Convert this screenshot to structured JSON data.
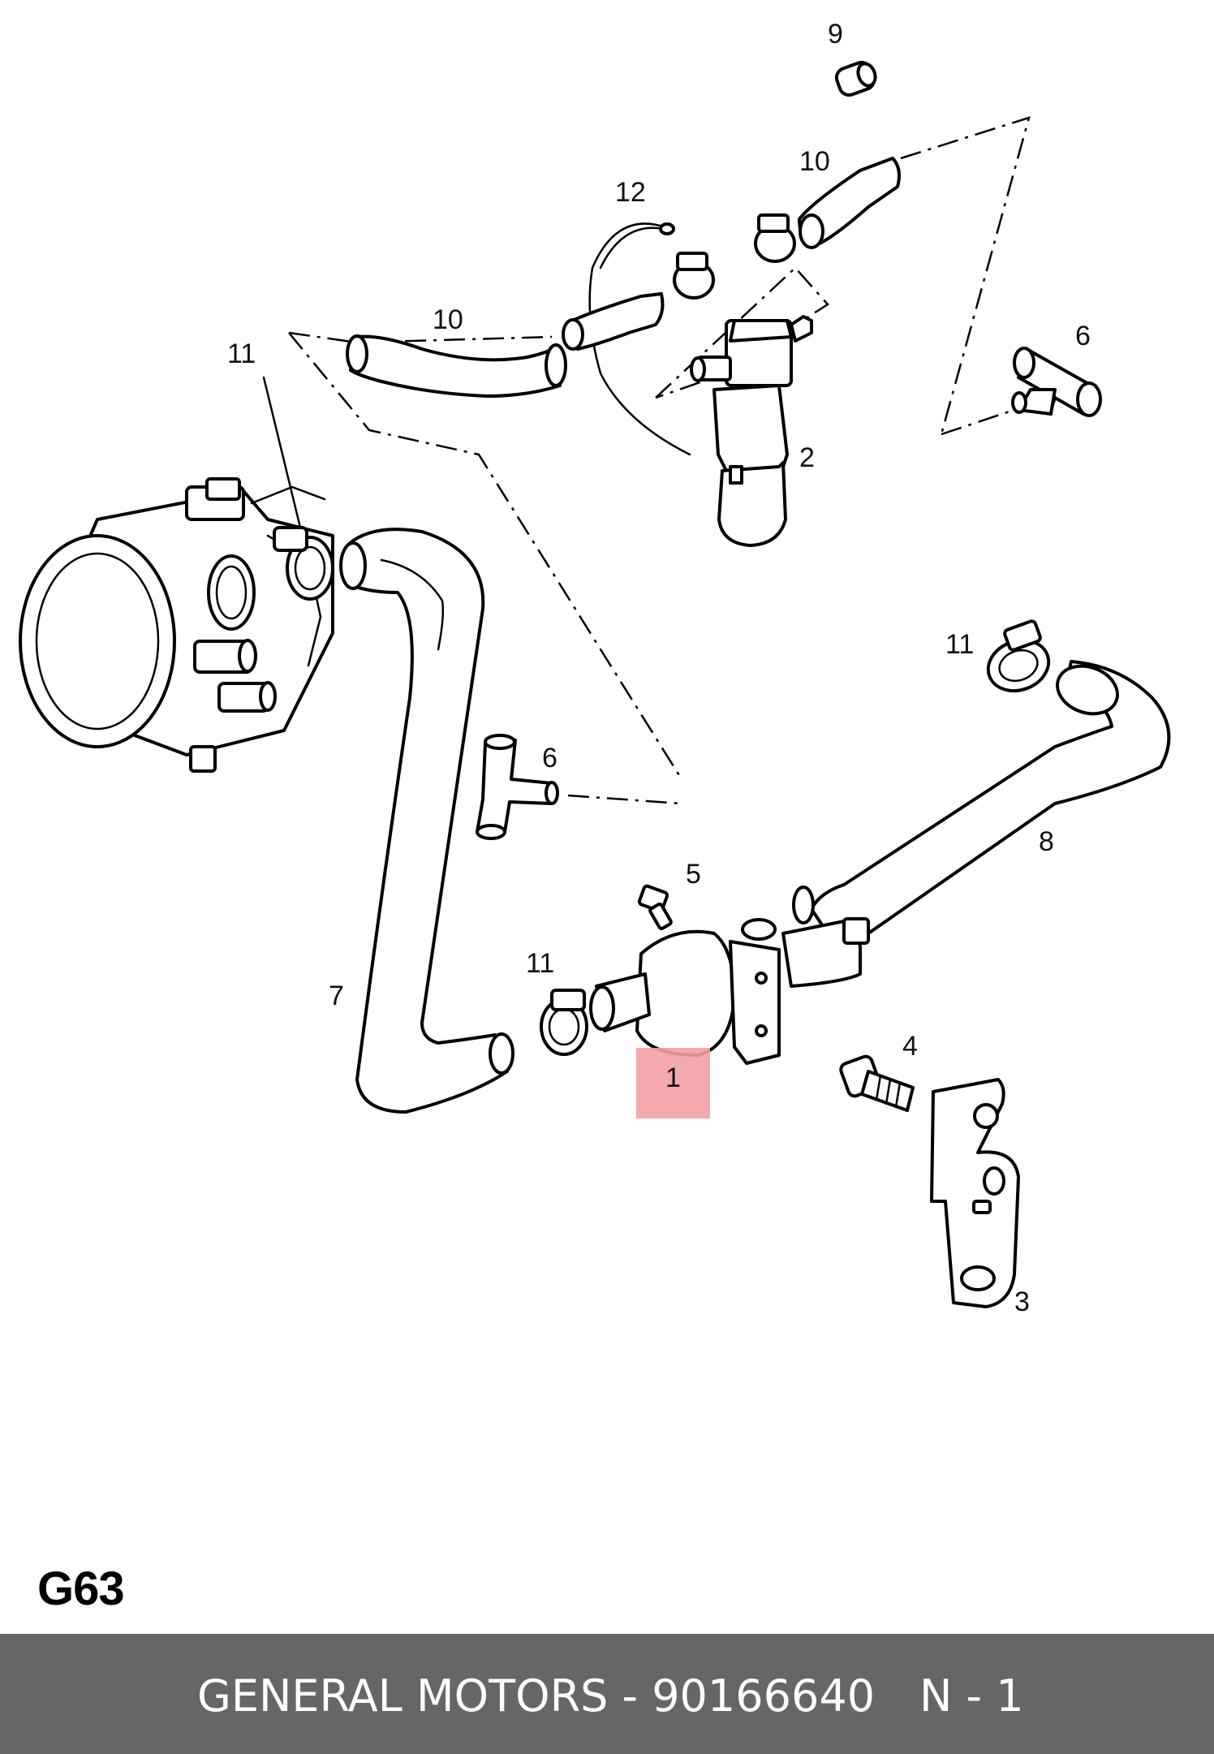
{
  "diagram": {
    "callouts": {
      "c9": "9",
      "c10_top": "10",
      "c12": "12",
      "c10_left": "10",
      "c11_top": "11",
      "c6_right": "6",
      "c2": "2",
      "c11_right": "11",
      "c6_mid": "6",
      "c8": "8",
      "c5": "5",
      "c11_mid": "11",
      "c7": "7",
      "c1": "1",
      "c4": "4",
      "c3": "3"
    },
    "highlight_color": "#f3a0a4",
    "page_code": "G63"
  },
  "footer": {
    "manufacturer_part": "GENERAL MOTORS - 90166640",
    "quantity": "N - 1",
    "bar_color": "#666666"
  }
}
